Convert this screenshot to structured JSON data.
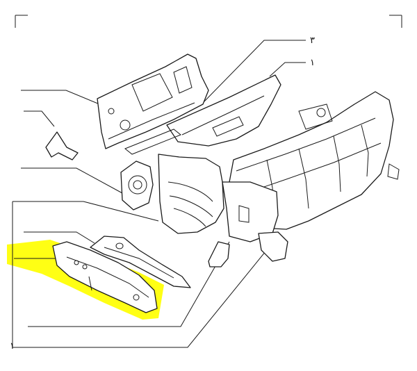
{
  "labels": {
    "top_right_upper": "٣",
    "top_right_lower": "١",
    "bottom_left": "١"
  },
  "colors": {
    "highlight": "#ffff00",
    "line": "#1a1a1a",
    "background": "#ffffff"
  }
}
